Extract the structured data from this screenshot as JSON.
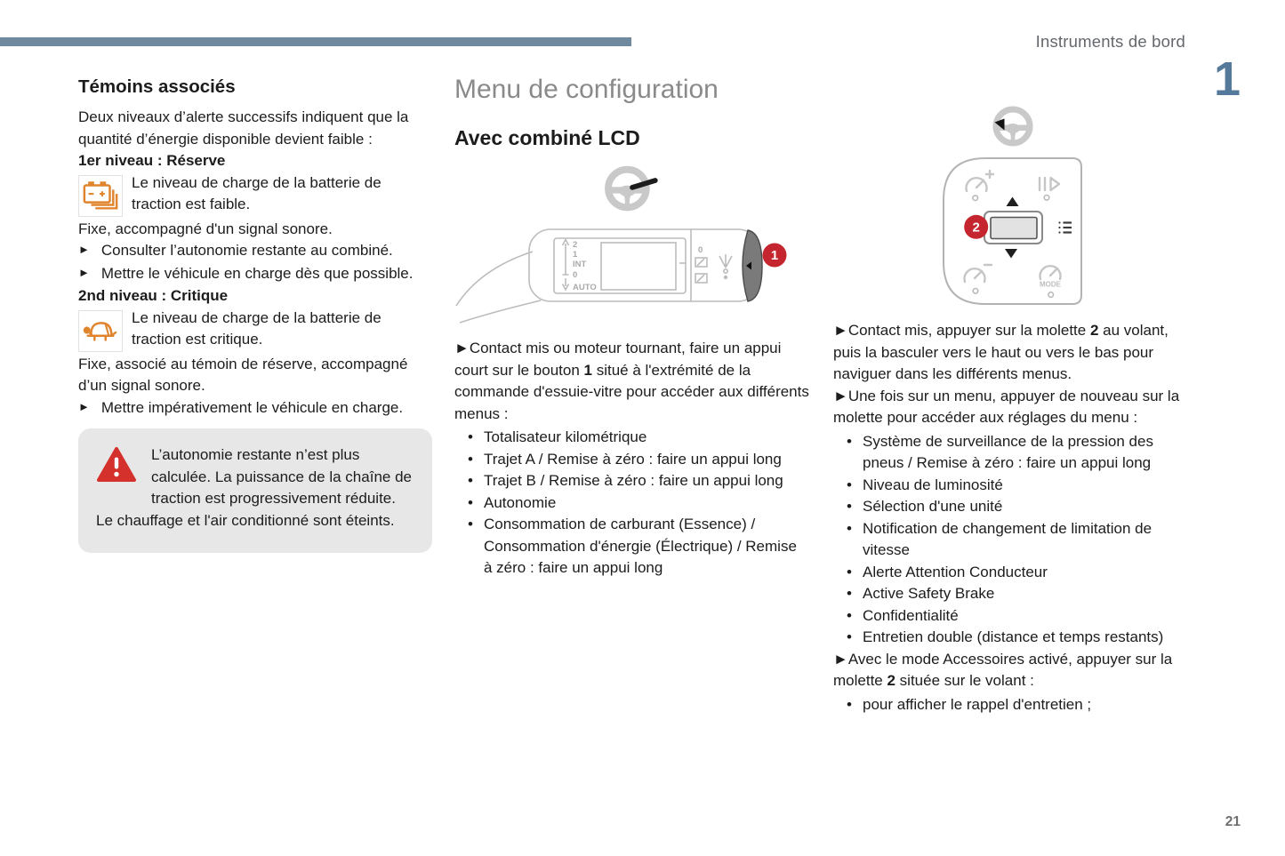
{
  "header": {
    "section": "Instruments de bord",
    "chapter": "1"
  },
  "page_number": "21",
  "ui": {
    "arrow": "►"
  },
  "colors": {
    "accent_bar": "#6f8a9e",
    "chapter_blue": "#54799a",
    "icon_orange": "#e0852e",
    "warning_red": "#d4312d",
    "badge_red": "#c5252e",
    "title_gray": "#8a8a8a"
  },
  "left": {
    "heading": "Témoins associés",
    "intro": "Deux niveaux d’alerte successifs indiquent que la quantité d’énergie disponible devient faible :",
    "level1": {
      "title": "1er niveau : Réserve",
      "desc": "Le niveau de charge de la batterie de traction est faible.",
      "note": "Fixe, accompagné d'un signal sonore.",
      "action1": "Consulter l’autonomie restante au combiné.",
      "action2": "Mettre le véhicule en charge dès que possible."
    },
    "level2": {
      "title": "2nd niveau : Critique",
      "desc": "Le niveau de charge de la batterie de traction est critique.",
      "note": "Fixe, associé au témoin de réserve, accompagné d’un signal sonore.",
      "action1": "Mettre impérativement le véhicule en charge."
    },
    "warning": {
      "line1": "L’autonomie restante n’est plus calculée. La puissance de la chaîne de traction est progressivement réduite.",
      "line2": "Le chauffage et l'air conditionné sont éteints."
    }
  },
  "middle": {
    "title": "Menu de configuration",
    "subtitle": "Avec combiné LCD",
    "badge1": "1",
    "stalk": {
      "speed2": "2",
      "speed1": "1",
      "int": "INT",
      "zero": "0",
      "auto": "AUTO",
      "wiper_off": "0"
    },
    "para": {
      "pre": "Contact mis ou moteur tournant, faire un appui court sur le bouton ",
      "bold": "1",
      "post": " situé à l'extrémité de la commande d'essuie-vitre pour accéder aux différents menus :"
    },
    "bullets": [
      "Totalisateur kilométrique",
      "Trajet A / Remise à zéro : faire un appui long",
      "Trajet B / Remise à zéro : faire un appui long",
      "Autonomie",
      "Consommation de carburant (Essence) / Consommation d'énergie (Électrique) / Remise à zéro : faire un appui long"
    ]
  },
  "right": {
    "badge2": "2",
    "pad": {
      "mode_label": "MODE"
    },
    "para1": {
      "pre": "Contact mis, appuyer sur la molette ",
      "bold": "2",
      "post": " au volant, puis la basculer vers le haut ou vers le bas pour naviguer dans les différents menus."
    },
    "para2": "Une fois sur un menu, appuyer de nouveau sur la molette pour accéder aux réglages du menu :",
    "bullets": [
      "Système de surveillance de la pression des pneus / Remise à zéro : faire un appui long",
      "Niveau de luminosité",
      "Sélection d'une unité",
      "Notification de changement de limitation de vitesse",
      "Alerte Attention Conducteur",
      "Active Safety Brake",
      "Confidentialité",
      "Entretien double (distance et temps restants)"
    ],
    "para3": {
      "pre": "Avec le mode Accessoires activé, appuyer sur la molette ",
      "bold": "2",
      "post": " située sur le volant :"
    },
    "bullets2": [
      "pour afficher le rappel d'entretien ;"
    ]
  }
}
